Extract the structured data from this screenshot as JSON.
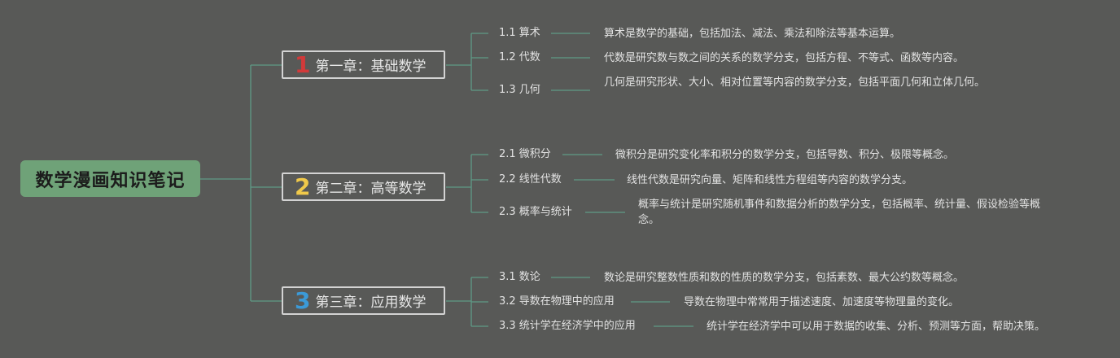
{
  "root": {
    "title": "数学漫画知识笔记"
  },
  "chapters": [
    {
      "num": "1",
      "num_color": "#d23a3a",
      "title": "第一章：基础数学",
      "subs": [
        {
          "label": "1.1 算术",
          "desc": "算术是数学的基础，包括加法、减法、乘法和除法等基本运算。"
        },
        {
          "label": "1.2 代数",
          "desc": "代数是研究数与数之间的关系的数学分支，包括方程、不等式、函数等内容。"
        },
        {
          "label": "1.3 几何",
          "desc": "几何是研究形状、大小、相对位置等内容的数学分支，包括平面几何和立体几何。"
        }
      ]
    },
    {
      "num": "2",
      "num_color": "#f0c94a",
      "title": "第二章：高等数学",
      "subs": [
        {
          "label": "2.1 微积分",
          "desc": "微积分是研究变化率和积分的数学分支，包括导数、积分、极限等概念。"
        },
        {
          "label": "2.2 线性代数",
          "desc": "线性代数是研究向量、矩阵和线性方程组等内容的数学分支。"
        },
        {
          "label": "2.3 概率与统计",
          "desc": "概率与统计是研究随机事件和数据分析的数学分支，包括概率、统计量、假设检验等概念。"
        }
      ]
    },
    {
      "num": "3",
      "num_color": "#3b9ad8",
      "title": "第三章：应用数学",
      "subs": [
        {
          "label": "3.1 数论",
          "desc": "数论是研究整数性质和数的性质的数学分支，包括素数、最大公约数等概念。"
        },
        {
          "label": "3.2 导数在物理中的应用",
          "desc": "导数在物理中常常用于描述速度、加速度等物理量的变化。"
        },
        {
          "label": "3.3 统计学在经济学中的应用",
          "desc": "统计学在经济学中可以用于数据的收集、分析、预测等方面，帮助决策。"
        }
      ]
    }
  ],
  "colors": {
    "background": "#585957",
    "connector": "#5e9a86",
    "root_fill": "#6fa278"
  }
}
